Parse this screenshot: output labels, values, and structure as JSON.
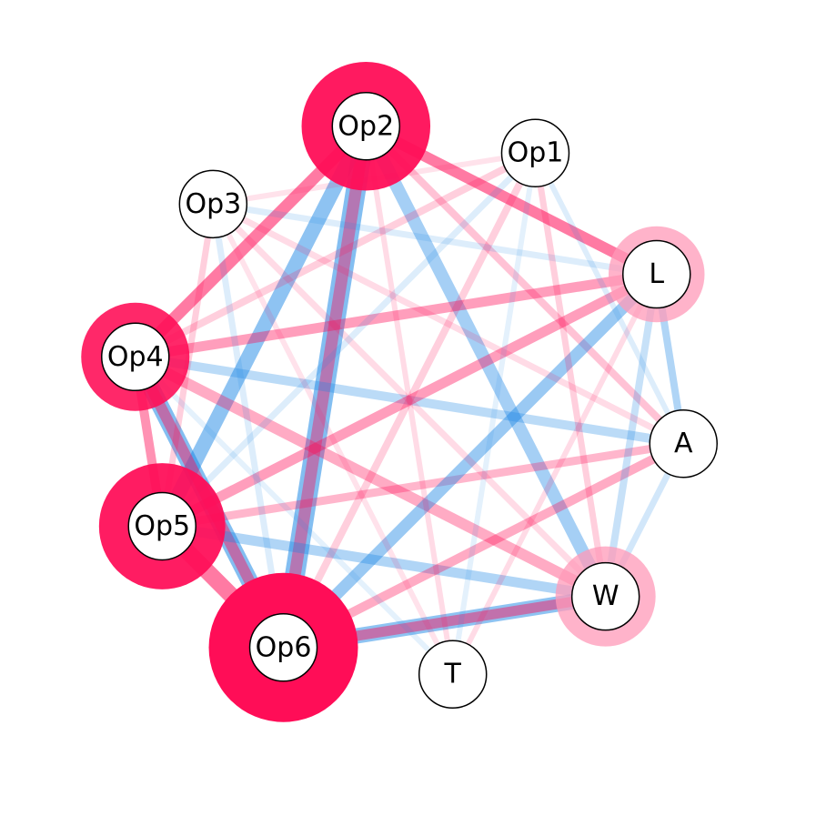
{
  "colors": {
    "pink": "#ff0d57",
    "pink_light": "#ff9ab8",
    "blue": "#1e88e5",
    "blue_light": "#90c4f3",
    "node_fill": "#ffffff",
    "node_stroke": "#000000"
  },
  "nodes": [
    {
      "id": "Op2",
      "label": "Op2",
      "halo": 0.75,
      "halo_color": "pink"
    },
    {
      "id": "Op1",
      "label": "Op1",
      "halo": 0,
      "halo_color": "pink"
    },
    {
      "id": "L",
      "label": "L",
      "halo": 0.35,
      "halo_color": "pink_light"
    },
    {
      "id": "A",
      "label": "A",
      "halo": 0,
      "halo_color": "pink"
    },
    {
      "id": "W",
      "label": "W",
      "halo": 0.4,
      "halo_color": "pink_light"
    },
    {
      "id": "T",
      "label": "T",
      "halo": 0,
      "halo_color": "pink"
    },
    {
      "id": "Op6",
      "label": "Op6",
      "halo": 1.0,
      "halo_color": "pink"
    },
    {
      "id": "Op5",
      "label": "Op5",
      "halo": 0.72,
      "halo_color": "pink"
    },
    {
      "id": "Op4",
      "label": "Op4",
      "halo": 0.5,
      "halo_color": "pink"
    },
    {
      "id": "Op3",
      "label": "Op3",
      "halo": 0,
      "halo_color": "pink"
    }
  ],
  "edges": [
    {
      "from": "Op2",
      "to": "Op6",
      "weight": 1.0,
      "color": "blue",
      "opacity": 0.55
    },
    {
      "from": "Op2",
      "to": "Op6",
      "weight": 0.55,
      "color": "pink",
      "opacity": 0.4
    },
    {
      "from": "Op2",
      "to": "Op5",
      "weight": 0.7,
      "color": "blue",
      "opacity": 0.5
    },
    {
      "from": "Op2",
      "to": "Op4",
      "weight": 0.55,
      "color": "pink",
      "opacity": 0.55
    },
    {
      "from": "Op2",
      "to": "L",
      "weight": 0.5,
      "color": "pink",
      "opacity": 0.55
    },
    {
      "from": "Op2",
      "to": "W",
      "weight": 0.6,
      "color": "blue",
      "opacity": 0.4
    },
    {
      "from": "Op2",
      "to": "A",
      "weight": 0.3,
      "color": "pink",
      "opacity": 0.25
    },
    {
      "from": "Op4",
      "to": "Op6",
      "weight": 0.85,
      "color": "blue",
      "opacity": 0.55
    },
    {
      "from": "Op4",
      "to": "Op6",
      "weight": 0.5,
      "color": "pink",
      "opacity": 0.45
    },
    {
      "from": "Op4",
      "to": "Op5",
      "weight": 0.4,
      "color": "pink",
      "opacity": 0.45
    },
    {
      "from": "Op4",
      "to": "L",
      "weight": 0.45,
      "color": "pink",
      "opacity": 0.4
    },
    {
      "from": "Op4",
      "to": "W",
      "weight": 0.5,
      "color": "pink",
      "opacity": 0.35
    },
    {
      "from": "Op4",
      "to": "A",
      "weight": 0.4,
      "color": "blue",
      "opacity": 0.3
    },
    {
      "from": "Op5",
      "to": "Op6",
      "weight": 0.8,
      "color": "pink",
      "opacity": 0.55
    },
    {
      "from": "Op5",
      "to": "L",
      "weight": 0.45,
      "color": "pink",
      "opacity": 0.4
    },
    {
      "from": "Op5",
      "to": "W",
      "weight": 0.45,
      "color": "blue",
      "opacity": 0.35
    },
    {
      "from": "Op5",
      "to": "A",
      "weight": 0.35,
      "color": "pink",
      "opacity": 0.3
    },
    {
      "from": "Op6",
      "to": "W",
      "weight": 0.75,
      "color": "blue",
      "opacity": 0.5
    },
    {
      "from": "Op6",
      "to": "W",
      "weight": 0.45,
      "color": "pink",
      "opacity": 0.45
    },
    {
      "from": "Op6",
      "to": "L",
      "weight": 0.55,
      "color": "blue",
      "opacity": 0.45
    },
    {
      "from": "Op6",
      "to": "A",
      "weight": 0.4,
      "color": "pink",
      "opacity": 0.35
    },
    {
      "from": "L",
      "to": "A",
      "weight": 0.3,
      "color": "blue",
      "opacity": 0.35
    },
    {
      "from": "L",
      "to": "W",
      "weight": 0.3,
      "color": "blue",
      "opacity": 0.25
    },
    {
      "from": "W",
      "to": "A",
      "weight": 0.25,
      "color": "blue",
      "opacity": 0.2
    },
    {
      "from": "Op4",
      "to": "Op1",
      "weight": 0.3,
      "color": "pink",
      "opacity": 0.2
    },
    {
      "from": "Op6",
      "to": "Op1",
      "weight": 0.3,
      "color": "pink",
      "opacity": 0.2
    },
    {
      "from": "Op5",
      "to": "Op3",
      "weight": 0.25,
      "color": "pink",
      "opacity": 0.2
    },
    {
      "from": "Op6",
      "to": "Op3",
      "weight": 0.25,
      "color": "blue",
      "opacity": 0.15
    },
    {
      "from": "W",
      "to": "Op3",
      "weight": 0.25,
      "color": "pink",
      "opacity": 0.15
    },
    {
      "from": "L",
      "to": "Op3",
      "weight": 0.25,
      "color": "blue",
      "opacity": 0.15
    },
    {
      "from": "A",
      "to": "Op3",
      "weight": 0.25,
      "color": "pink",
      "opacity": 0.15
    },
    {
      "from": "W",
      "to": "Op1",
      "weight": 0.25,
      "color": "pink",
      "opacity": 0.2
    },
    {
      "from": "Op5",
      "to": "Op1",
      "weight": 0.25,
      "color": "blue",
      "opacity": 0.15
    },
    {
      "from": "Op2",
      "to": "T",
      "weight": 0.2,
      "color": "pink",
      "opacity": 0.15
    },
    {
      "from": "Op4",
      "to": "T",
      "weight": 0.2,
      "color": "blue",
      "opacity": 0.12
    },
    {
      "from": "L",
      "to": "T",
      "weight": 0.2,
      "color": "pink",
      "opacity": 0.15
    },
    {
      "from": "Op3",
      "to": "T",
      "weight": 0.2,
      "color": "pink",
      "opacity": 0.12
    },
    {
      "from": "Op1",
      "to": "T",
      "weight": 0.2,
      "color": "blue",
      "opacity": 0.12
    },
    {
      "from": "Op3",
      "to": "Op1",
      "weight": 0.2,
      "color": "pink",
      "opacity": 0.12
    },
    {
      "from": "A",
      "to": "Op1",
      "weight": 0.2,
      "color": "blue",
      "opacity": 0.15
    }
  ]
}
